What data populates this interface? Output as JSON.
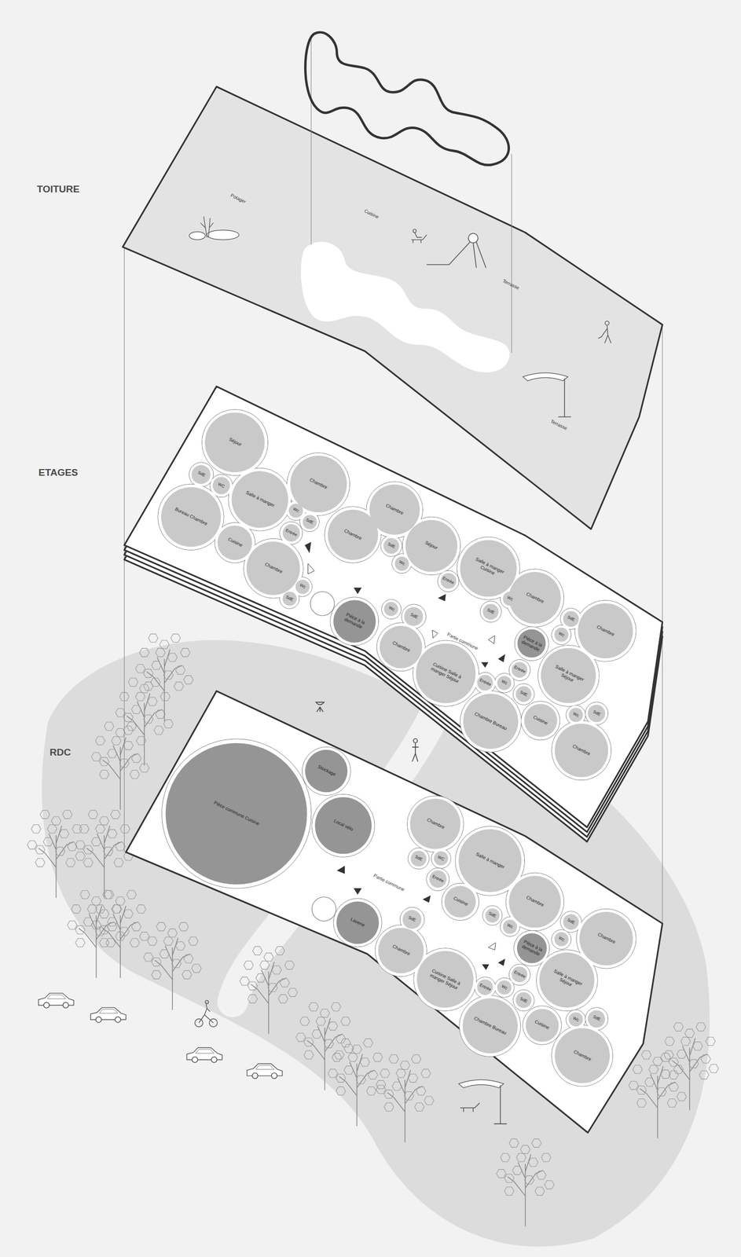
{
  "diagram": {
    "nodes": [
      {
        "text": [
          "Séjour"
        ]
      },
      {
        "text": [
          "SdE"
        ]
      },
      {
        "text": [
          "WC"
        ]
      },
      {
        "text": [
          "Salle à manger"
        ]
      },
      {
        "text": [
          "Chambre"
        ]
      },
      {
        "text": [
          "Bureau Chambre"
        ]
      },
      {
        "text": [
          "Wc"
        ]
      },
      {
        "text": [
          "SdE"
        ]
      },
      {
        "text": [
          "Entrée"
        ]
      },
      {
        "text": [
          "Cuisine"
        ]
      },
      {
        "text": [
          "Chambre"
        ]
      },
      {
        "text": [
          "Chambre"
        ]
      },
      {
        "text": [
          "SdE"
        ]
      },
      {
        "text": [
          "Séjour"
        ]
      },
      {
        "text": [
          "Wc"
        ]
      },
      {
        "text": [
          "Salle à manger Cuisine"
        ]
      },
      {
        "text": [
          "Chambre"
        ]
      },
      {
        "text": [
          "Entrée"
        ]
      },
      {
        "text": [
          "Wc"
        ]
      },
      {
        "text": [
          "SdE"
        ]
      },
      {
        "text": [
          "Chambre"
        ]
      },
      {
        "text": [
          "Pièce à la demande"
        ]
      },
      {
        "text": [
          "Wc"
        ]
      },
      {
        "text": [
          "SdE"
        ]
      },
      {
        "text": [
          "SdE"
        ]
      },
      {
        "text": [
          "Wc"
        ]
      },
      {
        "text": [
          "SdE"
        ]
      },
      {
        "text": [
          "Chambre"
        ]
      },
      {
        "text": [
          "Chambre"
        ]
      },
      {
        "text": [
          "Wc"
        ]
      },
      {
        "text": [
          "Pièce à la demande"
        ]
      },
      {
        "text": [
          "Cuisine Salle à manger Séjour"
        ]
      },
      {
        "text": [
          "Entrée"
        ]
      },
      {
        "text": [
          "Salle à manger Séjour"
        ]
      },
      {
        "text": [
          "Entrée"
        ]
      },
      {
        "text": [
          "Wc"
        ]
      },
      {
        "text": [
          "SdE"
        ]
      },
      {
        "text": [
          "Chambre Bureau"
        ]
      },
      {
        "text": [
          "Cuisine"
        ]
      },
      {
        "text": [
          "Wc"
        ]
      },
      {
        "text": [
          "SdE"
        ]
      },
      {
        "text": [
          "Chambre"
        ]
      },
      {
        "text": [
          "Pièce commune Cuisine"
        ]
      },
      {
        "text": [
          "Stockage"
        ]
      },
      {
        "text": [
          "Local vélo"
        ]
      },
      {
        "text": [
          "Chambre"
        ]
      },
      {
        "text": [
          "SdE"
        ]
      },
      {
        "text": [
          "WC"
        ]
      },
      {
        "text": [
          "Salle à manger"
        ]
      },
      {
        "text": [
          "Entrée"
        ]
      },
      {
        "text": [
          "Cuisine"
        ]
      },
      {
        "text": [
          "Chambre"
        ]
      },
      {
        "text": [
          "Laverie"
        ]
      },
      {
        "text": [
          "SdE"
        ]
      },
      {
        "text": [
          "SdE"
        ]
      },
      {
        "text": [
          "Wc"
        ]
      },
      {
        "text": [
          "SdE"
        ]
      },
      {
        "text": [
          "Chambre"
        ]
      },
      {
        "text": [
          "Chambre"
        ]
      },
      {
        "text": [
          "Wc"
        ]
      },
      {
        "text": [
          "Pièce à la demande"
        ]
      },
      {
        "text": [
          "Cuisine Salle à manger Séjour"
        ]
      },
      {
        "text": [
          "Entrée"
        ]
      },
      {
        "text": [
          "Salle à manger Séjour"
        ]
      },
      {
        "text": [
          "Entrée"
        ]
      },
      {
        "text": [
          "Wc"
        ]
      },
      {
        "text": [
          "SdE"
        ]
      },
      {
        "text": [
          "Chambre Bureau"
        ]
      },
      {
        "text": [
          "Cuisine"
        ]
      },
      {
        "text": [
          "Wc"
        ]
      },
      {
        "text": [
          "SdE"
        ]
      },
      {
        "text": [
          "Chambre"
        ]
      }
    ],
    "labels": [
      "TOITURE",
      "ETAGES",
      "RDC",
      "Potager",
      "Cuisine",
      "Terrasse",
      "Terrasse",
      "Partie commune",
      "Partie commune"
    ]
  }
}
